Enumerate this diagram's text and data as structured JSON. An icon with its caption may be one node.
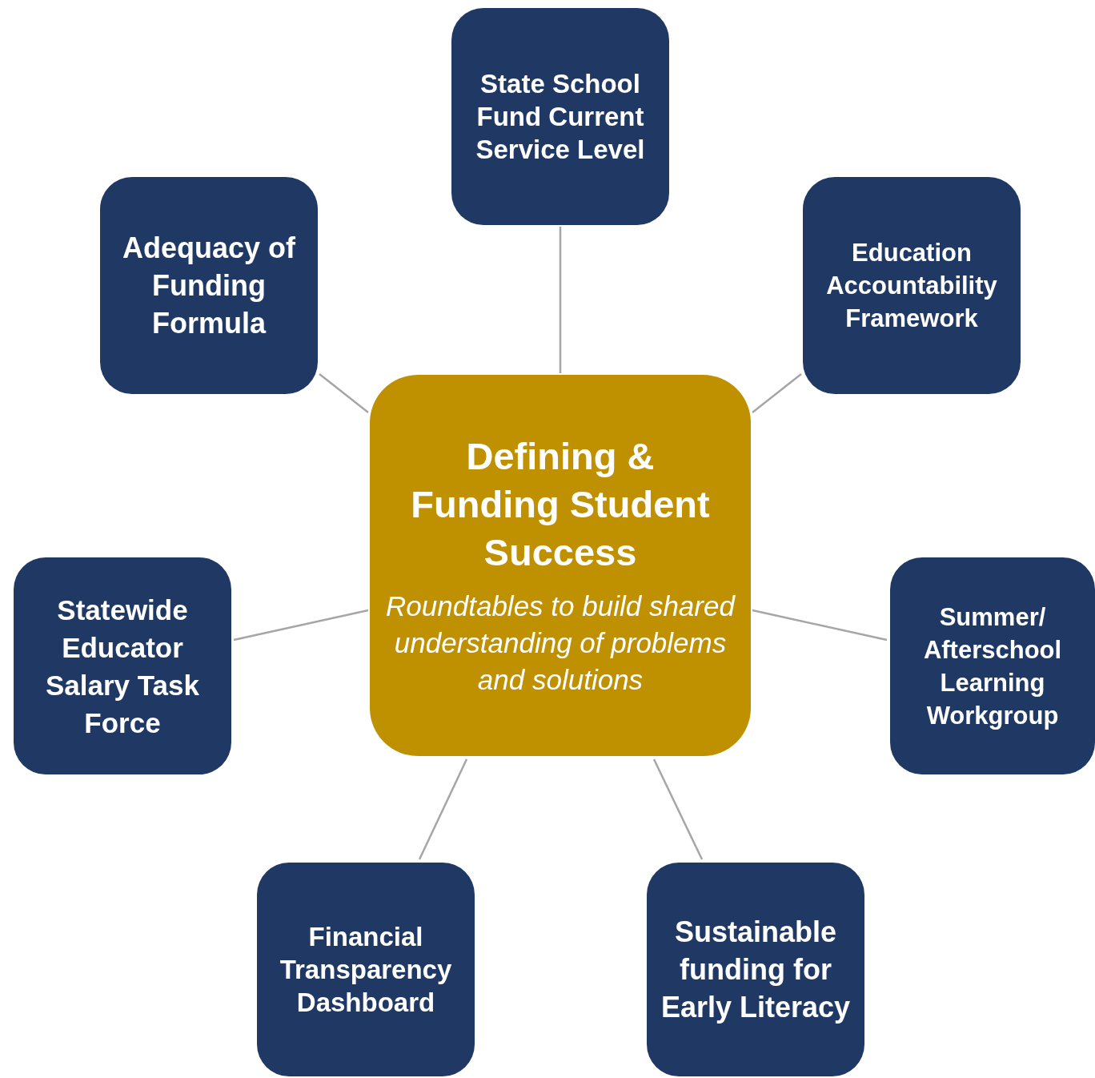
{
  "diagram": {
    "nodes": [
      {
        "text": [
          "State School Fund Current Service Level"
        ]
      },
      {
        "text": [
          "Adequacy of Funding Formula"
        ]
      },
      {
        "text": [
          "Education Accountability Framework"
        ]
      },
      {
        "text": [
          "Defining & Funding Student Success",
          "Roundtables to build shared understanding of problems and solutions"
        ]
      },
      {
        "text": [
          "Statewide Educator Salary Task Force"
        ]
      },
      {
        "text": [
          "Summer/ Afterschool Learning Workgroup"
        ]
      },
      {
        "text": [
          "Financial Transparency Dashboard"
        ]
      },
      {
        "text": [
          "Sustainable funding for Early Literacy"
        ]
      }
    ],
    "edges": [
      {
        "from": 3,
        "to": 0,
        "arrow": "none"
      },
      {
        "from": 3,
        "to": 2,
        "arrow": "none"
      },
      {
        "from": 3,
        "to": 5,
        "arrow": "none"
      },
      {
        "from": 3,
        "to": 7,
        "arrow": "none"
      },
      {
        "from": 3,
        "to": 6,
        "arrow": "none"
      },
      {
        "from": 3,
        "to": 4,
        "arrow": "none"
      },
      {
        "from": 3,
        "to": 1,
        "arrow": "none"
      }
    ]
  }
}
